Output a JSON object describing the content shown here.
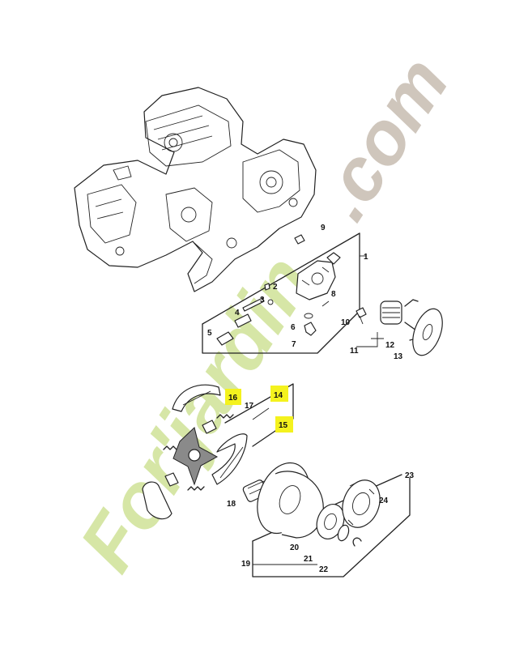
{
  "watermark": {
    "green_text": "For'jardin",
    "grey_text": ".com"
  },
  "part_numbers": [
    "1",
    "2",
    "3",
    "4",
    "5",
    "6",
    "7",
    "8",
    "9",
    "10",
    "11",
    "12",
    "13",
    "14",
    "15",
    "16",
    "17",
    "18",
    "19",
    "20",
    "21",
    "22",
    "23",
    "24"
  ],
  "highlighted_part_numbers": [
    "14",
    "15",
    "16",
    "17"
  ],
  "colors": {
    "highlight": "#f4f21e",
    "watermark_green": "#d6e6a6",
    "watermark_grey": "#cfc6bc",
    "line": "#222222"
  }
}
